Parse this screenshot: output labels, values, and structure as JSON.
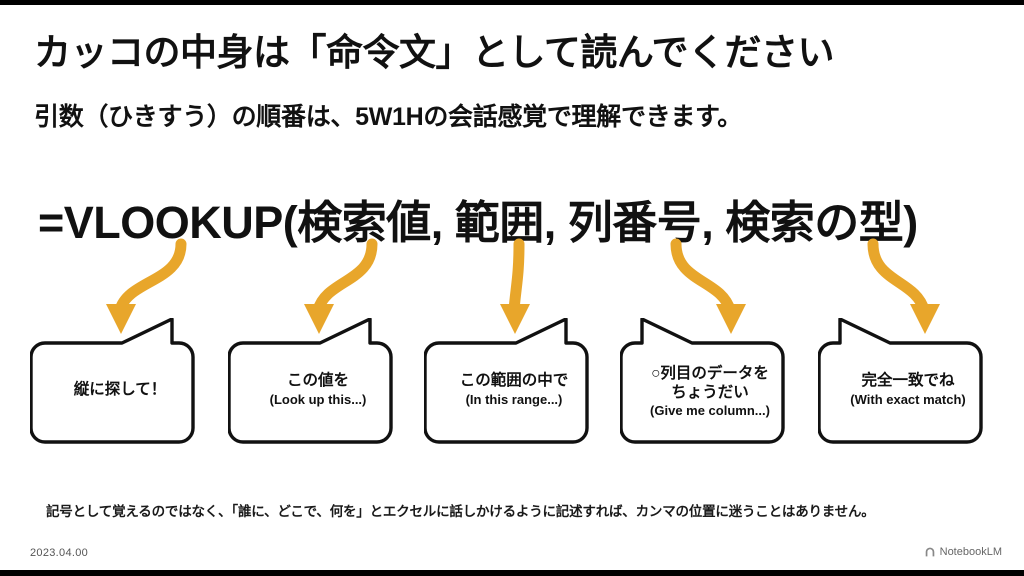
{
  "slide": {
    "title": "カッコの中身は「命令文」として読んでください",
    "subtitle": "引数（ひきすう）の順番は、5W1Hの会話感覚で理解できます。",
    "formula": "=VLOOKUP(検索値, 範囲, 列番号, 検索の型)",
    "caption": "記号として覚えるのではなく、「誰に、どこで、何を」とエクセルに話しかけるように記述すれば、カンマの位置に迷うことはありません。",
    "date": "2023.04.00",
    "brand": "NotebookLM"
  },
  "colors": {
    "arrow": "#E8A62B",
    "outline": "#111111",
    "background": "#FFFFFF",
    "letterbox": "#000000",
    "text": "#111111"
  },
  "bubbles": [
    {
      "jp": "縦に探して！",
      "en": "",
      "tail": "right"
    },
    {
      "jp": "この値を",
      "en": "(Look up this...)",
      "tail": "right"
    },
    {
      "jp": "この範囲の中で",
      "en": "(In this range...)",
      "tail": "right"
    },
    {
      "jp": "○列目のデータを",
      "en": "(Give me column...)",
      "jp2": "ちょうだい",
      "tail": "left"
    },
    {
      "jp": "完全一致でね",
      "en": "(With exact match)",
      "tail": "left"
    }
  ]
}
